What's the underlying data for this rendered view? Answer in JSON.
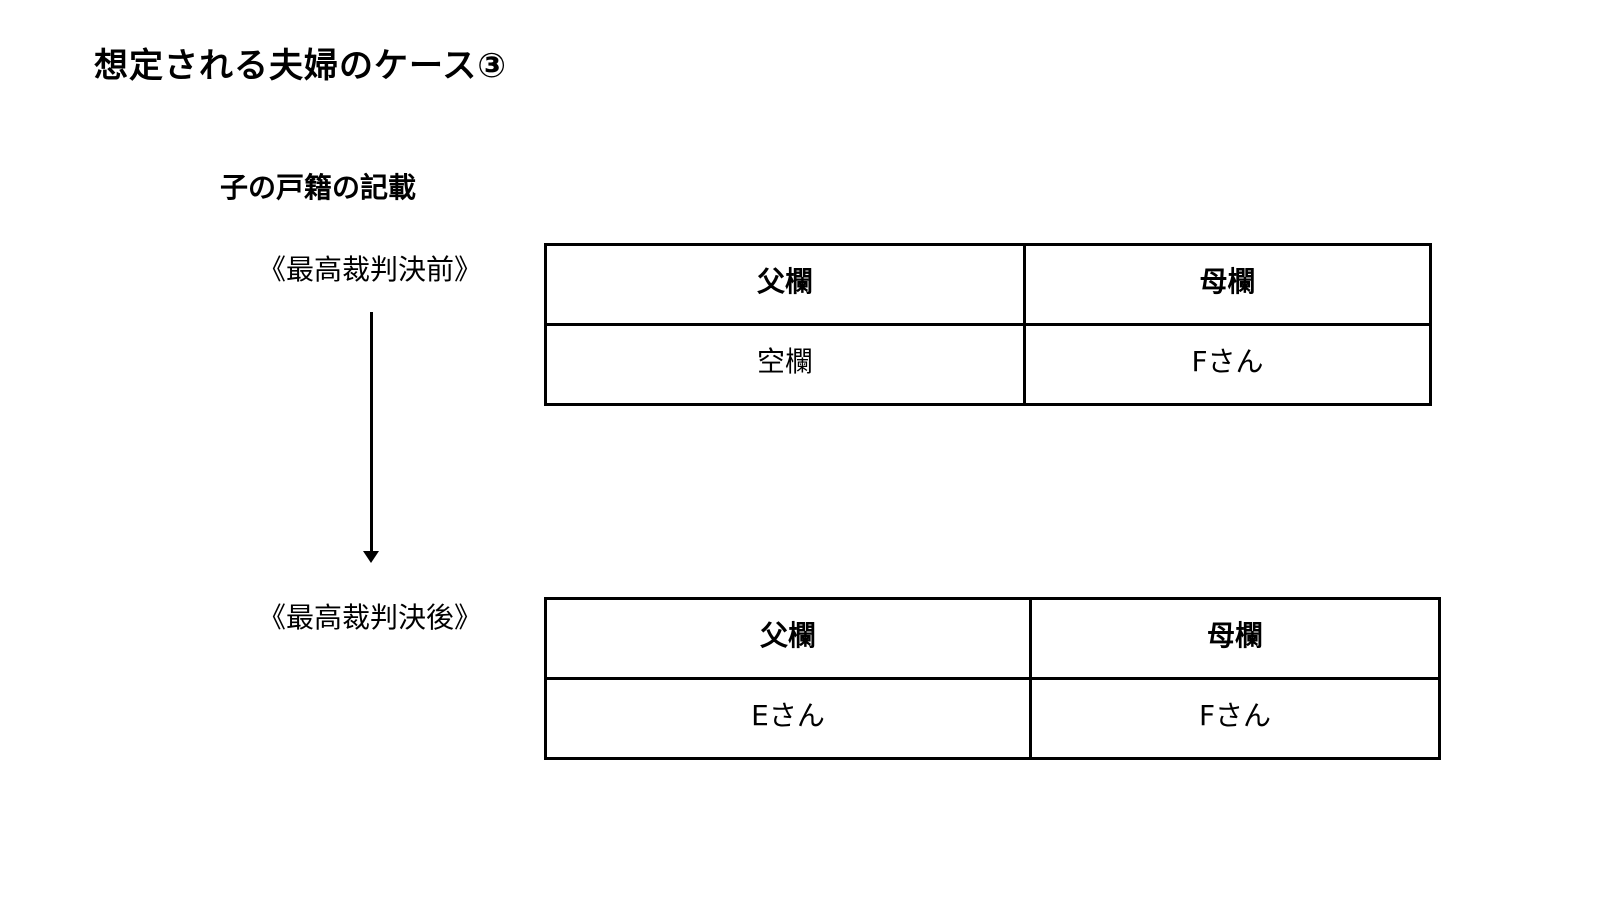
{
  "slide": {
    "title": "想定される夫婦のケース③",
    "section_heading": "子の戸籍の記載"
  },
  "before": {
    "label": "《最高裁判決前》",
    "headers": [
      "父欄",
      "母欄"
    ],
    "values": [
      "空欄",
      "Fさん"
    ]
  },
  "after": {
    "label": "《最高裁判決後》",
    "headers": [
      "父欄",
      "母欄"
    ],
    "values": [
      "Eさん",
      "Fさん"
    ]
  },
  "arrow": {
    "icon": "arrow-down-icon"
  }
}
